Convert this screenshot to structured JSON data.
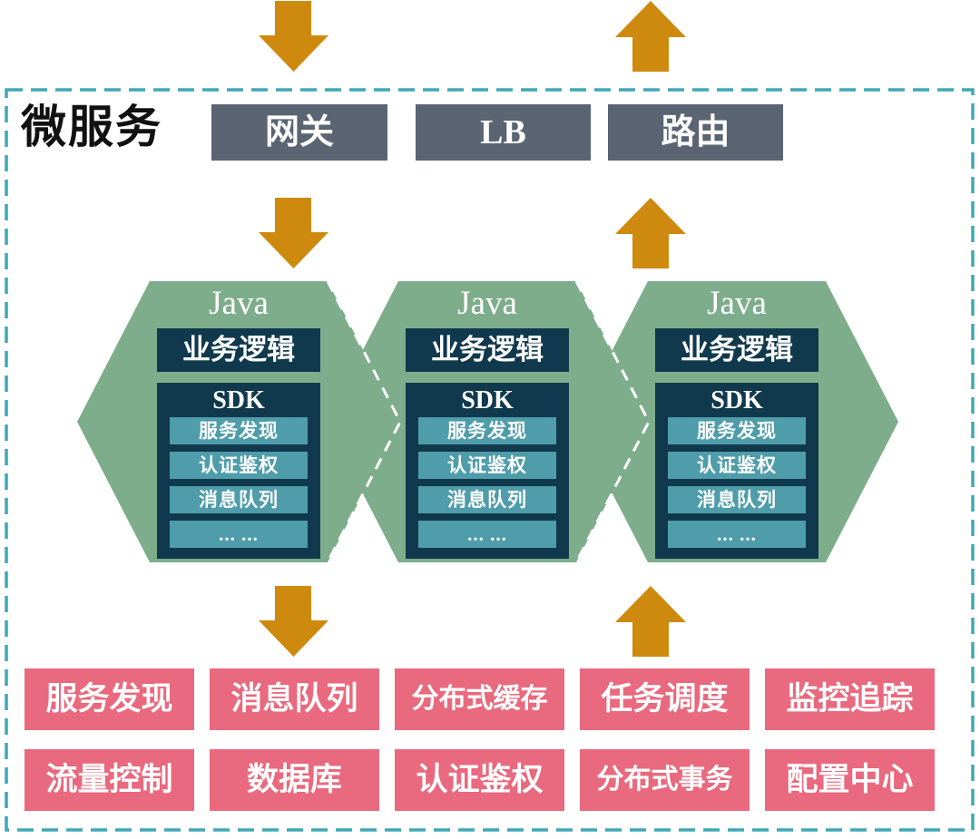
{
  "title": "微服务",
  "gateway_row": [
    "网关",
    "LB",
    "路由"
  ],
  "hexagons": [
    {
      "runtime": "Java",
      "business_logic": "业务逻辑",
      "sdk_label": "SDK",
      "sdk_items": [
        "服务发现",
        "认证鉴权",
        "消息队列",
        "... ..."
      ]
    },
    {
      "runtime": "Java",
      "business_logic": "业务逻辑",
      "sdk_label": "SDK",
      "sdk_items": [
        "服务发现",
        "认证鉴权",
        "消息队列",
        "... ..."
      ]
    },
    {
      "runtime": "Java",
      "business_logic": "业务逻辑",
      "sdk_label": "SDK",
      "sdk_items": [
        "服务发现",
        "认证鉴权",
        "消息队列",
        "... ..."
      ]
    }
  ],
  "bottom_services": {
    "row1": [
      "服务发现",
      "消息队列",
      "分布式缓存",
      "任务调度",
      "监控追踪"
    ],
    "row2": [
      "流量控制",
      "数据库",
      "认证鉴权",
      "分布式事务",
      "配置中心"
    ]
  },
  "icons": {
    "down_arrow": "solid-block-arrow-down",
    "up_arrow": "solid-block-arrow-up"
  },
  "colors": {
    "border_teal": "#3FA8B5",
    "arrow_orange": "#CE8A0E",
    "node_gray": "#5A6472",
    "hex_green": "#7EAD8C",
    "panel_dark_teal": "#10394D",
    "row_light_teal": "#4F9DAA",
    "service_pink": "#E9697E",
    "text_white": "#FFFFFF",
    "title_black": "#111111"
  }
}
